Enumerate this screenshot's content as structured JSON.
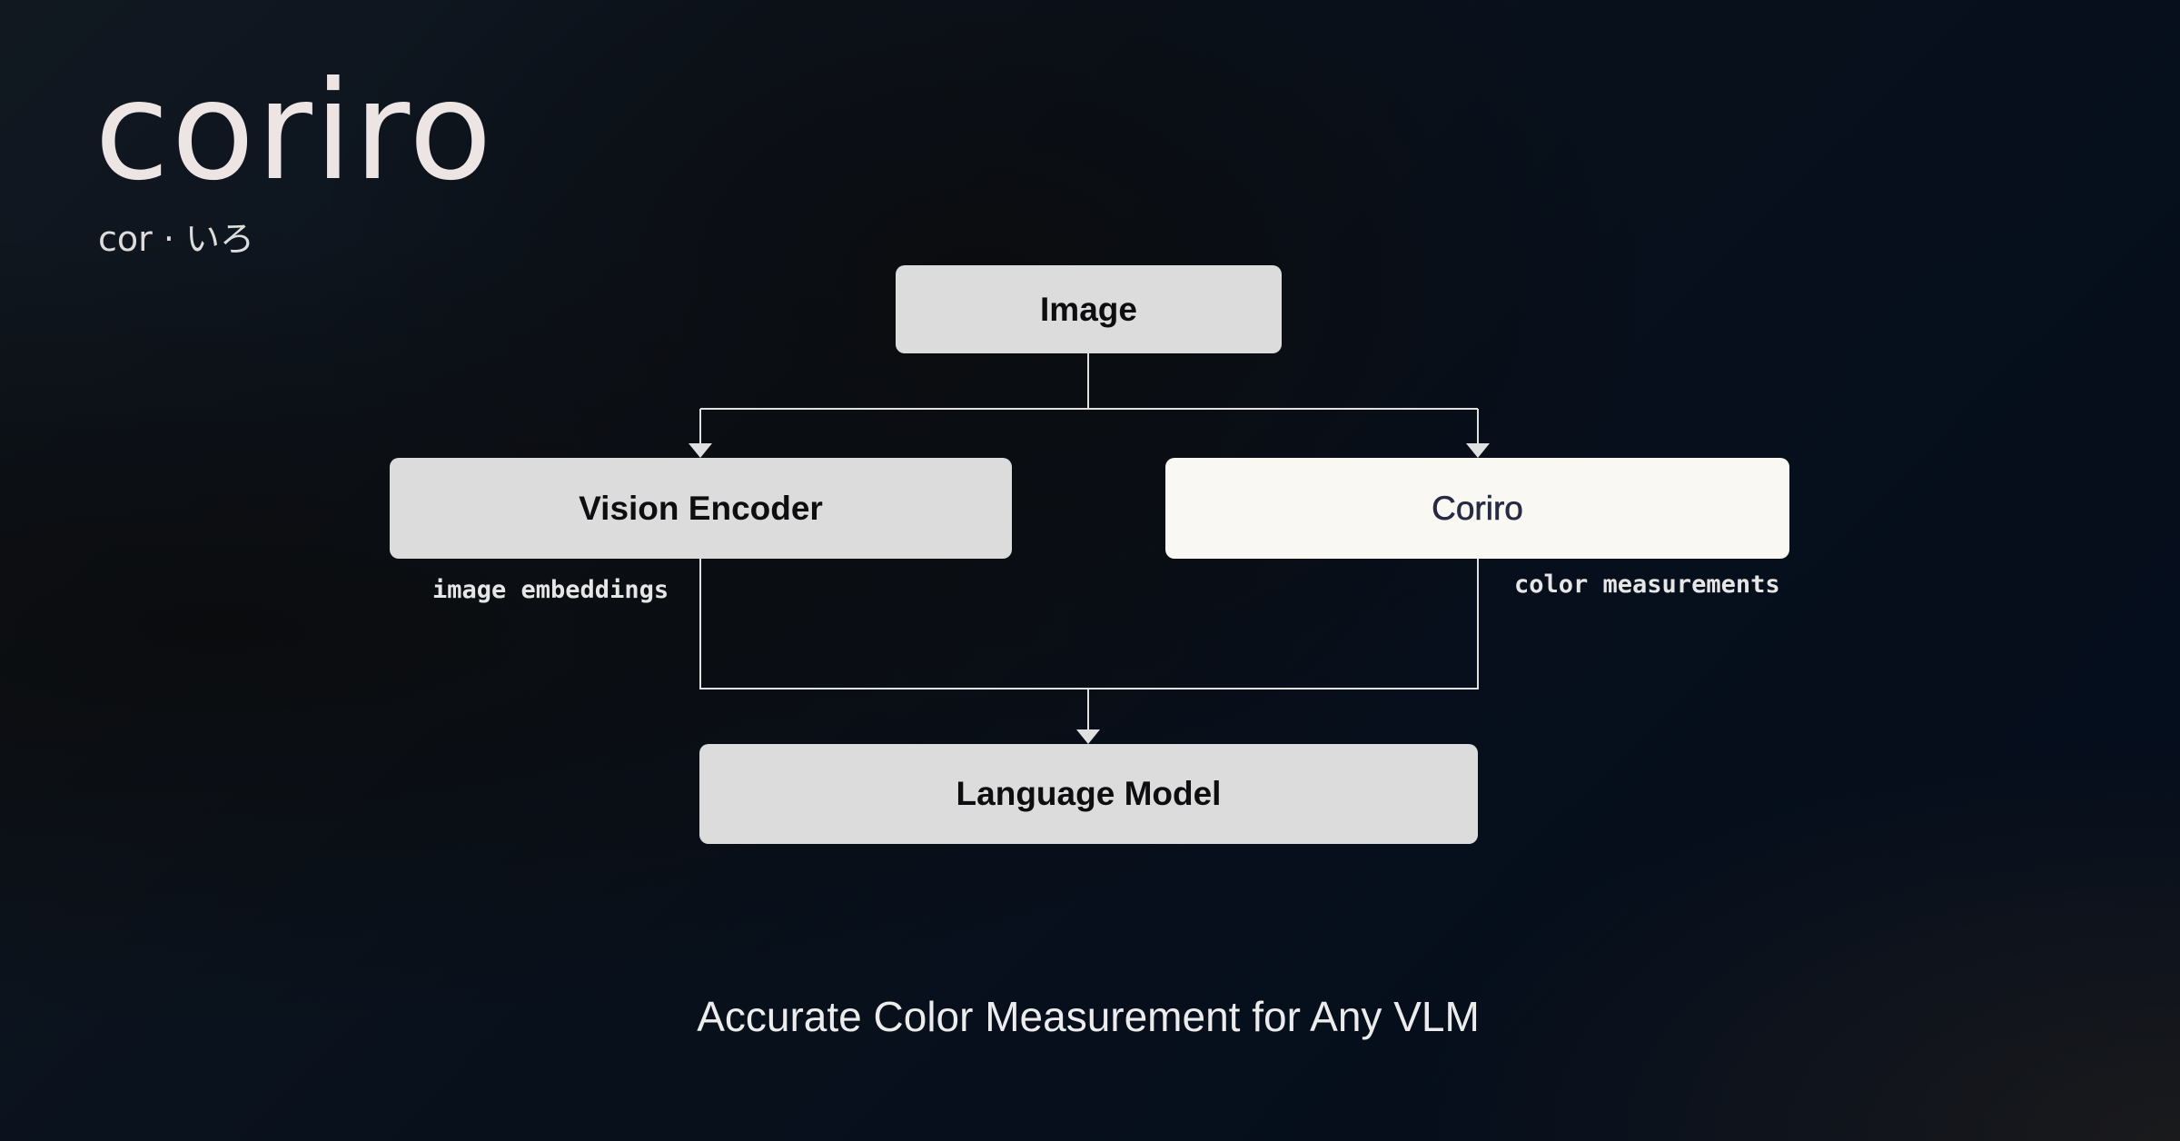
{
  "logo": {
    "name": "coriro",
    "pronunciation": "cor · いろ"
  },
  "diagram": {
    "nodes": {
      "image": "Image",
      "vision_encoder": "Vision Encoder",
      "coriro": "Coriro",
      "language_model": "Language Model"
    },
    "edge_labels": {
      "image_embeddings": "image embeddings",
      "color_measurements": "color measurements"
    }
  },
  "tagline": "Accurate Color Measurement for Any VLM",
  "colors": {
    "box": "#dcdcdc",
    "highlight_box": "#f9f8f2",
    "line": "#e0e0e0"
  }
}
